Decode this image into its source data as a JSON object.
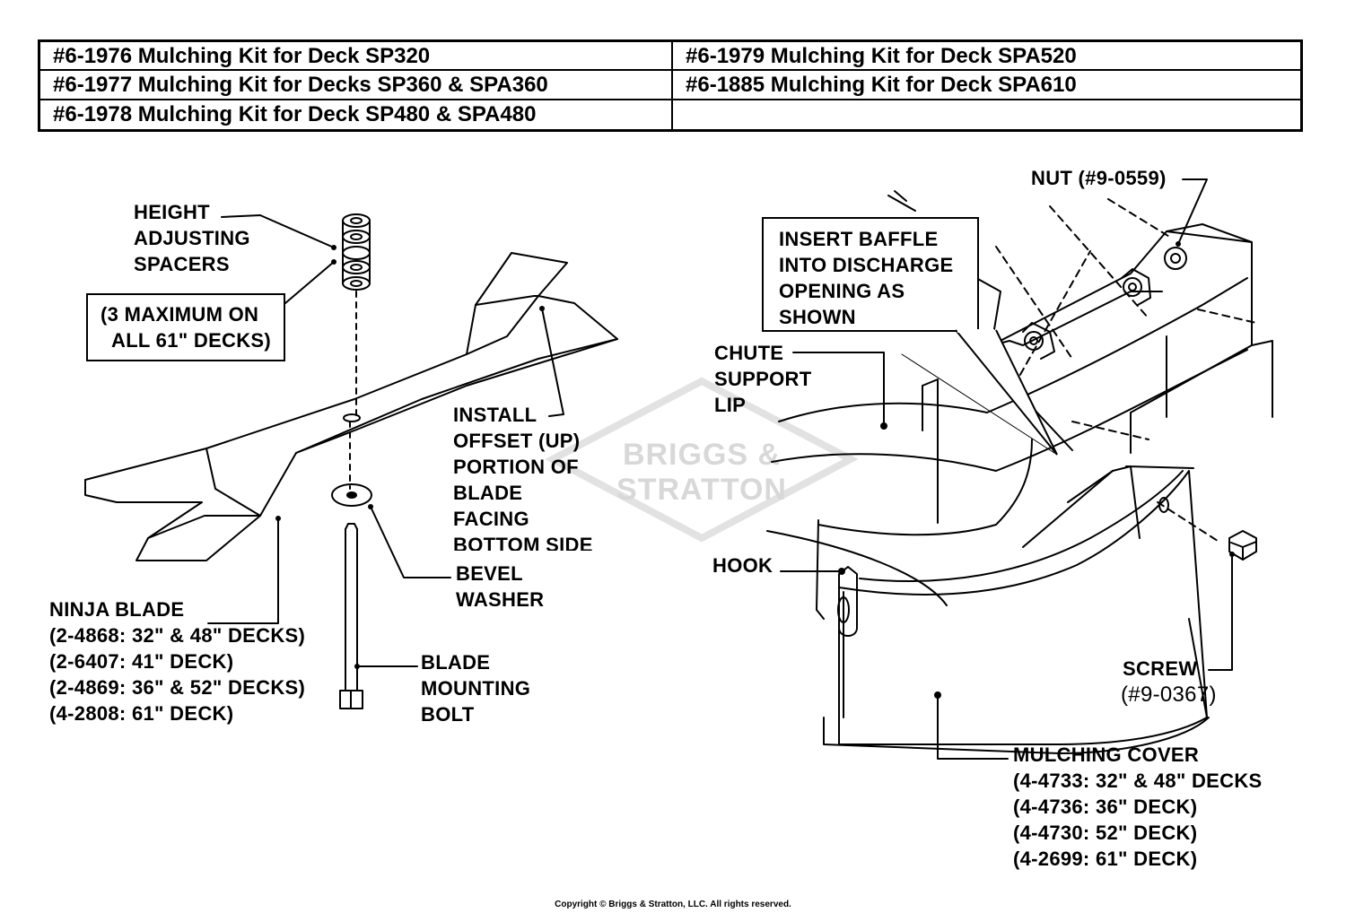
{
  "kits": [
    {
      "left": "#6-1976 Mulching Kit for Deck SP320",
      "right": "#6-1979 Mulching Kit for Deck SPA520"
    },
    {
      "left": "#6-1977 Mulching Kit for Decks SP360 & SPA360",
      "right": "#6-1885 Mulching Kit for Deck SPA610"
    },
    {
      "left": "#6-1978 Mulching Kit for Deck SP480 & SPA480",
      "right": ""
    }
  ],
  "labels": {
    "height_spacers": [
      "HEIGHT",
      "ADJUSTING",
      "SPACERS"
    ],
    "max_note": [
      "(3 MAXIMUM ON",
      "ALL 61\" DECKS)"
    ],
    "install_note": [
      "INSTALL",
      "OFFSET (UP)",
      "PORTION OF",
      "BLADE",
      "FACING",
      "BOTTOM SIDE"
    ],
    "bevel_washer": [
      "BEVEL",
      "WASHER"
    ],
    "ninja_blade": [
      "NINJA BLADE",
      "(2-4868: 32\" & 48\" DECKS)",
      "(2-6407: 41\" DECK)",
      "(2-4869: 36\" & 52\" DECKS)",
      "(4-2808: 61\" DECK)"
    ],
    "mounting_bolt": [
      "BLADE",
      "MOUNTING",
      "BOLT"
    ],
    "nut": "NUT (#9-0559)",
    "baffle_note": [
      "INSERT BAFFLE",
      "INTO DISCHARGE",
      "OPENING AS",
      "SHOWN"
    ],
    "chute_lip": [
      "CHUTE",
      "SUPPORT",
      "LIP"
    ],
    "hook": "HOOK",
    "screw": "SCREW",
    "screw_part": "(#9-0367)",
    "mulching_cover": [
      "MULCHING COVER",
      "(4-4733: 32\" & 48\" DECKS",
      "(4-4736: 36\" DECK)",
      "(4-4730: 52\" DECK)",
      "(4-2699: 61\" DECK)"
    ]
  },
  "watermark": "BRIGGS & STRATTON",
  "copyright": "Copyright © Briggs & Stratton, LLC. All rights reserved."
}
